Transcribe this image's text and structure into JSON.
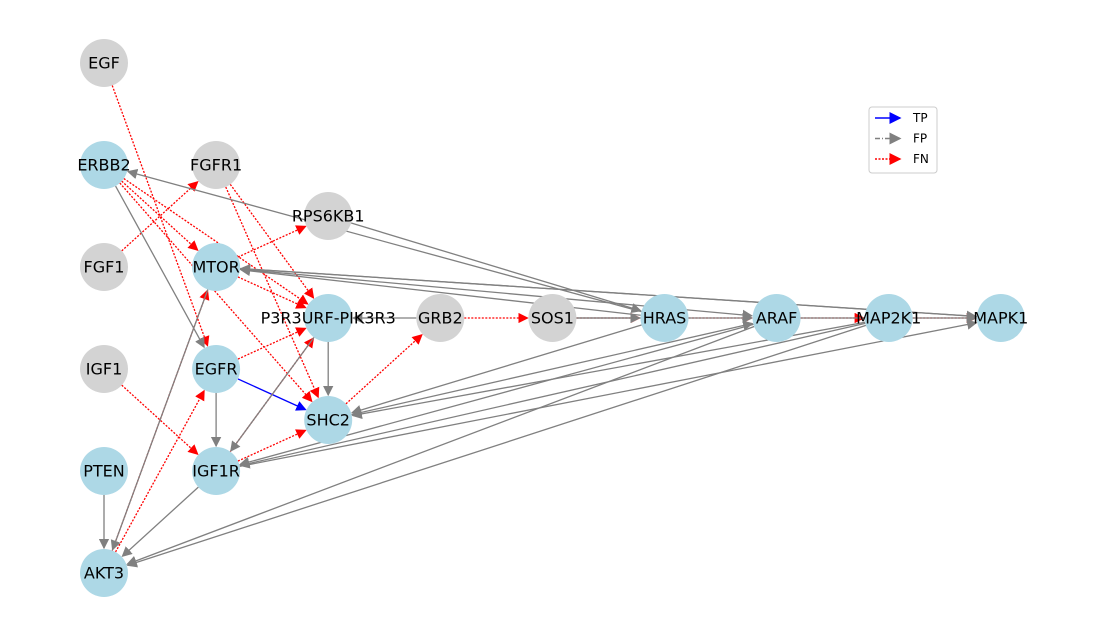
{
  "colors": {
    "TP": "#0000ff",
    "FP": "#808080",
    "FN": "#ff0000",
    "node_true": "#add8e6",
    "node_other": "#d3d3d3"
  },
  "legend": [
    {
      "key": "TP",
      "label": "TP"
    },
    {
      "key": "FP",
      "label": "FP"
    },
    {
      "key": "FN",
      "label": "FN"
    }
  ],
  "nodes": [
    {
      "id": "EGF",
      "label": "EGF",
      "col": 0,
      "row": 0,
      "kind": "other"
    },
    {
      "id": "ERBB2",
      "label": "ERBB2",
      "col": 0,
      "row": 2,
      "kind": "true"
    },
    {
      "id": "FGFR1",
      "label": "FGFR1",
      "col": 1,
      "row": 2,
      "kind": "other"
    },
    {
      "id": "RPS6KB1",
      "label": "RPS6KB1",
      "col": 2,
      "row": 3,
      "kind": "other"
    },
    {
      "id": "FGF1",
      "label": "FGF1",
      "col": 0,
      "row": 4,
      "kind": "other"
    },
    {
      "id": "MTOR",
      "label": "MTOR",
      "col": 1,
      "row": 4,
      "kind": "true"
    },
    {
      "id": "P3R3URF",
      "label": "P3R3URF-PIK3R3",
      "col": 2,
      "row": 5,
      "kind": "true"
    },
    {
      "id": "GRB2",
      "label": "GRB2",
      "col": 3,
      "row": 5,
      "kind": "other"
    },
    {
      "id": "SOS1",
      "label": "SOS1",
      "col": 4,
      "row": 5,
      "kind": "other"
    },
    {
      "id": "HRAS",
      "label": "HRAS",
      "col": 5,
      "row": 5,
      "kind": "true"
    },
    {
      "id": "ARAF",
      "label": "ARAF",
      "col": 6,
      "row": 5,
      "kind": "true"
    },
    {
      "id": "MAP2K1",
      "label": "MAP2K1",
      "col": 7,
      "row": 5,
      "kind": "true"
    },
    {
      "id": "MAPK1",
      "label": "MAPK1",
      "col": 8,
      "row": 5,
      "kind": "true"
    },
    {
      "id": "IGF1",
      "label": "IGF1",
      "col": 0,
      "row": 6,
      "kind": "other"
    },
    {
      "id": "EGFR",
      "label": "EGFR",
      "col": 1,
      "row": 6,
      "kind": "true"
    },
    {
      "id": "SHC2",
      "label": "SHC2",
      "col": 2,
      "row": 7,
      "kind": "true"
    },
    {
      "id": "PTEN",
      "label": "PTEN",
      "col": 0,
      "row": 8,
      "kind": "true"
    },
    {
      "id": "IGF1R",
      "label": "IGF1R",
      "col": 1,
      "row": 8,
      "kind": "true"
    },
    {
      "id": "AKT3",
      "label": "AKT3",
      "col": 0,
      "row": 10,
      "kind": "true"
    }
  ],
  "edges": [
    [
      "EGFR",
      "SHC2",
      "TP"
    ],
    [
      "EGF",
      "EGFR",
      "FN"
    ],
    [
      "FGF1",
      "FGFR1",
      "FN"
    ],
    [
      "FGFR1",
      "P3R3URF",
      "FN"
    ],
    [
      "FGFR1",
      "SHC2",
      "FN"
    ],
    [
      "ERBB2",
      "P3R3URF",
      "FN"
    ],
    [
      "ERBB2",
      "SHC2",
      "FN"
    ],
    [
      "ERBB2",
      "MTOR",
      "FN"
    ],
    [
      "MTOR",
      "RPS6KB1",
      "FN"
    ],
    [
      "MTOR",
      "P3R3URF",
      "FN"
    ],
    [
      "IGF1",
      "IGF1R",
      "FN"
    ],
    [
      "EGFR",
      "P3R3URF",
      "FN"
    ],
    [
      "IGF1R",
      "P3R3URF",
      "FN"
    ],
    [
      "IGF1R",
      "SHC2",
      "FN"
    ],
    [
      "SHC2",
      "GRB2",
      "FN"
    ],
    [
      "GRB2",
      "SOS1",
      "FN"
    ],
    [
      "SOS1",
      "HRAS",
      "FN"
    ],
    [
      "HRAS",
      "ARAF",
      "FN"
    ],
    [
      "ARAF",
      "MAP2K1",
      "FN"
    ],
    [
      "MAP2K1",
      "MAPK1",
      "FN"
    ],
    [
      "AKT3",
      "MTOR",
      "FN"
    ],
    [
      "AKT3",
      "EGFR",
      "FN"
    ],
    [
      "HRAS",
      "ERBB2",
      "FP"
    ],
    [
      "RPS6KB1",
      "HRAS",
      "FP"
    ],
    [
      "ERBB2",
      "EGFR",
      "FP"
    ],
    [
      "MTOR",
      "AKT3",
      "FP"
    ],
    [
      "P3R3URF",
      "SHC2",
      "FP"
    ],
    [
      "GRB2",
      "P3R3URF",
      "FP"
    ],
    [
      "SOS1",
      "HRAS",
      "FP"
    ],
    [
      "P3R3URF",
      "IGF1R",
      "FP"
    ],
    [
      "EGFR",
      "IGF1R",
      "FP"
    ],
    [
      "PTEN",
      "AKT3",
      "FP"
    ],
    [
      "IGF1R",
      "AKT3",
      "FP"
    ],
    [
      "ARAF",
      "AKT3",
      "FP"
    ],
    [
      "MAP2K1",
      "AKT3",
      "FP"
    ],
    [
      "HRAS",
      "SHC2",
      "FP"
    ],
    [
      "MAP2K1",
      "SHC2",
      "FP"
    ],
    [
      "ARAF",
      "IGF1R",
      "FP"
    ],
    [
      "MAP2K1",
      "IGF1R",
      "FP"
    ],
    [
      "IGF1R",
      "MAPK1",
      "FP"
    ],
    [
      "SHC2",
      "ARAF",
      "FP"
    ],
    [
      "HRAS",
      "MTOR",
      "FP"
    ],
    [
      "MAPK1",
      "MTOR",
      "FP"
    ],
    [
      "MTOR",
      "ARAF",
      "FP"
    ],
    [
      "MTOR",
      "MAPK1",
      "FP"
    ],
    [
      "SOS1",
      "ARAF",
      "FP"
    ],
    [
      "ARAF",
      "MAPK1",
      "FP"
    ]
  ]
}
